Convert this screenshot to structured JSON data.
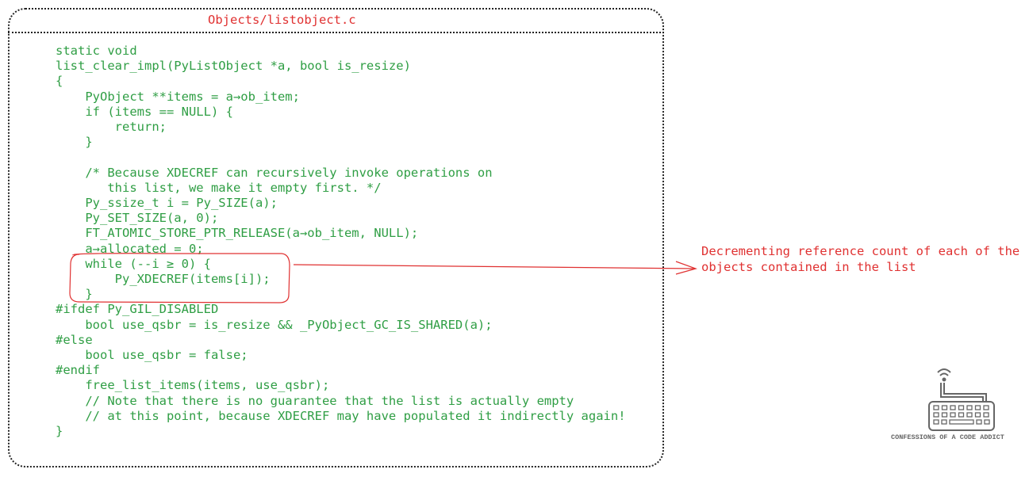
{
  "title": "Objects/listobject.c",
  "code_lines": [
    "static void",
    "list_clear_impl(PyListObject *a, bool is_resize)",
    "{",
    "    PyObject **items = a→ob_item;",
    "    if (items == NULL) {",
    "        return;",
    "    }",
    "",
    "    /* Because XDECREF can recursively invoke operations on",
    "       this list, we make it empty first. */",
    "    Py_ssize_t i = Py_SIZE(a);",
    "    Py_SET_SIZE(a, 0);",
    "    FT_ATOMIC_STORE_PTR_RELEASE(a→ob_item, NULL);",
    "    a→allocated = 0;",
    "    while (--i ≥ 0) {",
    "        Py_XDECREF(items[i]);",
    "    }",
    "#ifdef Py_GIL_DISABLED",
    "    bool use_qsbr = is_resize && _PyObject_GC_IS_SHARED(a);",
    "#else",
    "    bool use_qsbr = false;",
    "#endif",
    "    free_list_items(items, use_qsbr);",
    "    // Note that there is no guarantee that the list is actually empty",
    "    // at this point, because XDECREF may have populated it indirectly again!",
    "}"
  ],
  "annotation": "Decrementing reference count of each of the\nobjects contained in the list",
  "brand": "CONFESSIONS OF A CODE ADDICT",
  "colors": {
    "code": "#2f9e44",
    "annotation": "#e03131",
    "frame": "#222222"
  }
}
